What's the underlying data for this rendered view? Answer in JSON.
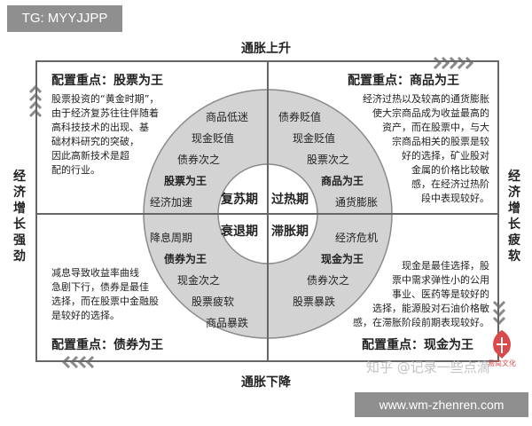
{
  "tag": "TG: MYYJJPP",
  "axes": {
    "top": "通胀上升",
    "bottom": "通胀下降",
    "left": [
      "经",
      "济",
      "增",
      "长",
      "强",
      "劲"
    ],
    "right": [
      "经",
      "济",
      "增",
      "长",
      "疲",
      "软"
    ]
  },
  "quadrants": {
    "top_left": {
      "title": "配置重点：股票为王",
      "text": [
        "股票投资的“黄金时期”，",
        "由于经济复苏往往伴随着",
        "高科技技术的出现、基",
        "础材料研究的突破，",
        "因此高新技术是超",
        "配的行业。"
      ]
    },
    "top_right": {
      "title": "配置重点：商品为王",
      "text": [
        "经济过热以及较高的通货膨胀",
        "使大宗商品成为收益最高的",
        "资产，而在股票中，与大",
        "宗商品相关的股票是较",
        "好的选择，矿业股对",
        "金属的价格比较敏",
        "感，在经济过热阶",
        "段中表现较好。"
      ]
    },
    "bottom_left": {
      "title": "配置重点：债券为王",
      "text": [
        "减息导致收益率曲线",
        "急剧下行，债券是最佳",
        "选择，而在股票中金融股",
        "是较好的选择。"
      ]
    },
    "bottom_right": {
      "title": "配置重点：现金为王",
      "text": [
        "现金是最佳选择，股",
        "票中需求弹性小的公用",
        "事业、医药等是较好的",
        "选择，能源股对石油价格敏",
        "感，在滞胀阶段前期表现较好。"
      ]
    }
  },
  "ring": {
    "recovery": [
      "商品低迷",
      "现金贬值",
      "债券次之",
      "股票为王",
      "经济加速"
    ],
    "overheat": [
      "债券贬值",
      "现金贬值",
      "股票次之",
      "商品为王",
      "通货膨胀"
    ],
    "recession": [
      "降息周期",
      "债券为王",
      "现金次之",
      "股票疲软",
      "商品暴跌"
    ],
    "stagflation": [
      "经济危机",
      "现金为王",
      "债券次之",
      "股票暴跌"
    ]
  },
  "phases": {
    "recovery": "复苏期",
    "overheat": "过热期",
    "recession": "衰退期",
    "stagflation": "滞胀期"
  },
  "watermark": "知乎 @记录一些点滴",
  "logo_text": "易简文化",
  "url": "www.wm-zhenren.com",
  "colors": {
    "ring": "#d3d3d3",
    "ring_stroke": "#8a8a8a",
    "chevron": "#8a8a8a",
    "logo": "#d94b4b",
    "tag_bg": "#8f8f8f"
  }
}
